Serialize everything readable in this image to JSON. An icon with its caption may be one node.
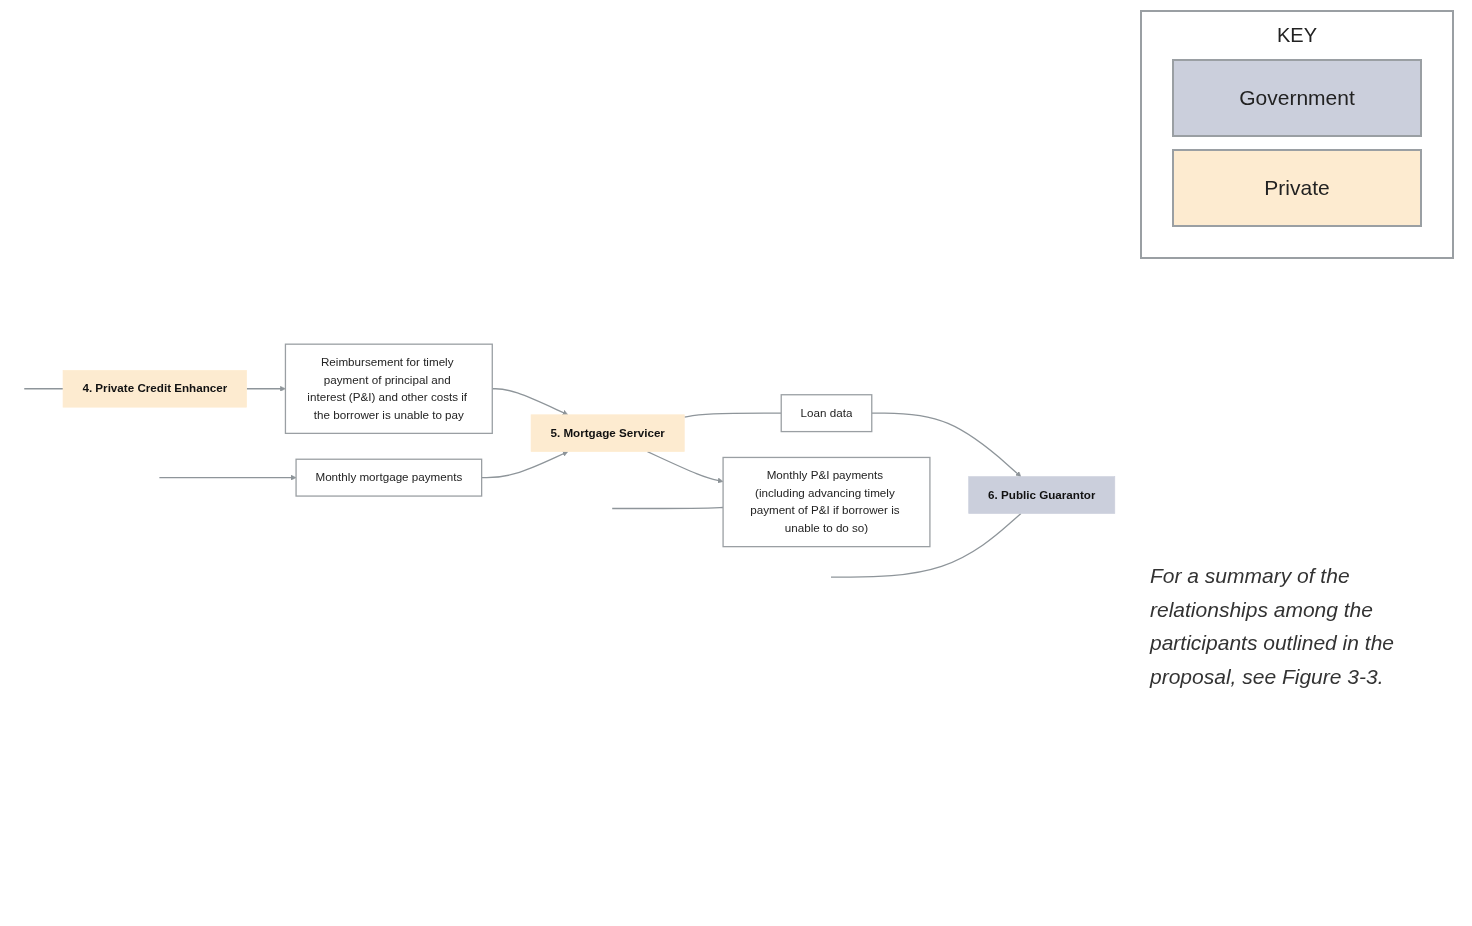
{
  "diagram": {
    "nodes": [
      {
        "text": [
          "Monthly mortgage payments"
        ]
      },
      {
        "text": [
          "4. Private Credit Enhancer"
        ]
      },
      {
        "text": [
          "Reimbursement for timely payment of principal and interest (P&I) and other costs if the borrower is unable to pay"
        ]
      },
      {
        "text": [
          "6. Public Guarantor"
        ]
      },
      {
        "text": [
          "Loan data"
        ]
      },
      {
        "text": [
          "5. Mortgage Servicer"
        ]
      },
      {
        "text": [
          "Monthly P&I payments (including advancing timely payment of P&I if borrower is unable to do so)"
        ]
      }
    ],
    "edges": [
      {
        "from": null,
        "to": 0,
        "arrow": "to"
      },
      {
        "from": 0,
        "to": 5,
        "arrow": "to"
      },
      {
        "from": null,
        "to": 1,
        "arrow": "none"
      },
      {
        "from": 1,
        "to": 2,
        "arrow": "to"
      },
      {
        "from": 2,
        "to": 5,
        "arrow": "to"
      },
      {
        "from": null,
        "to": 3,
        "arrow": "none"
      },
      {
        "from": 5,
        "to": 4,
        "arrow": "none"
      },
      {
        "from": 4,
        "to": 3,
        "arrow": "to"
      },
      {
        "from": 5,
        "to": 6,
        "arrow": "to"
      },
      {
        "from": null,
        "to": 6,
        "arrow": "none"
      }
    ],
    "labels": [
      "KEY",
      "For a summary of the relationships among the participants outlined in the proposal, see Figure 3-3."
    ],
    "legend": [
      {
        "text": "Government",
        "color": "#cbcfdc"
      },
      {
        "text": "Private",
        "color": "#fdebd0"
      }
    ]
  }
}
